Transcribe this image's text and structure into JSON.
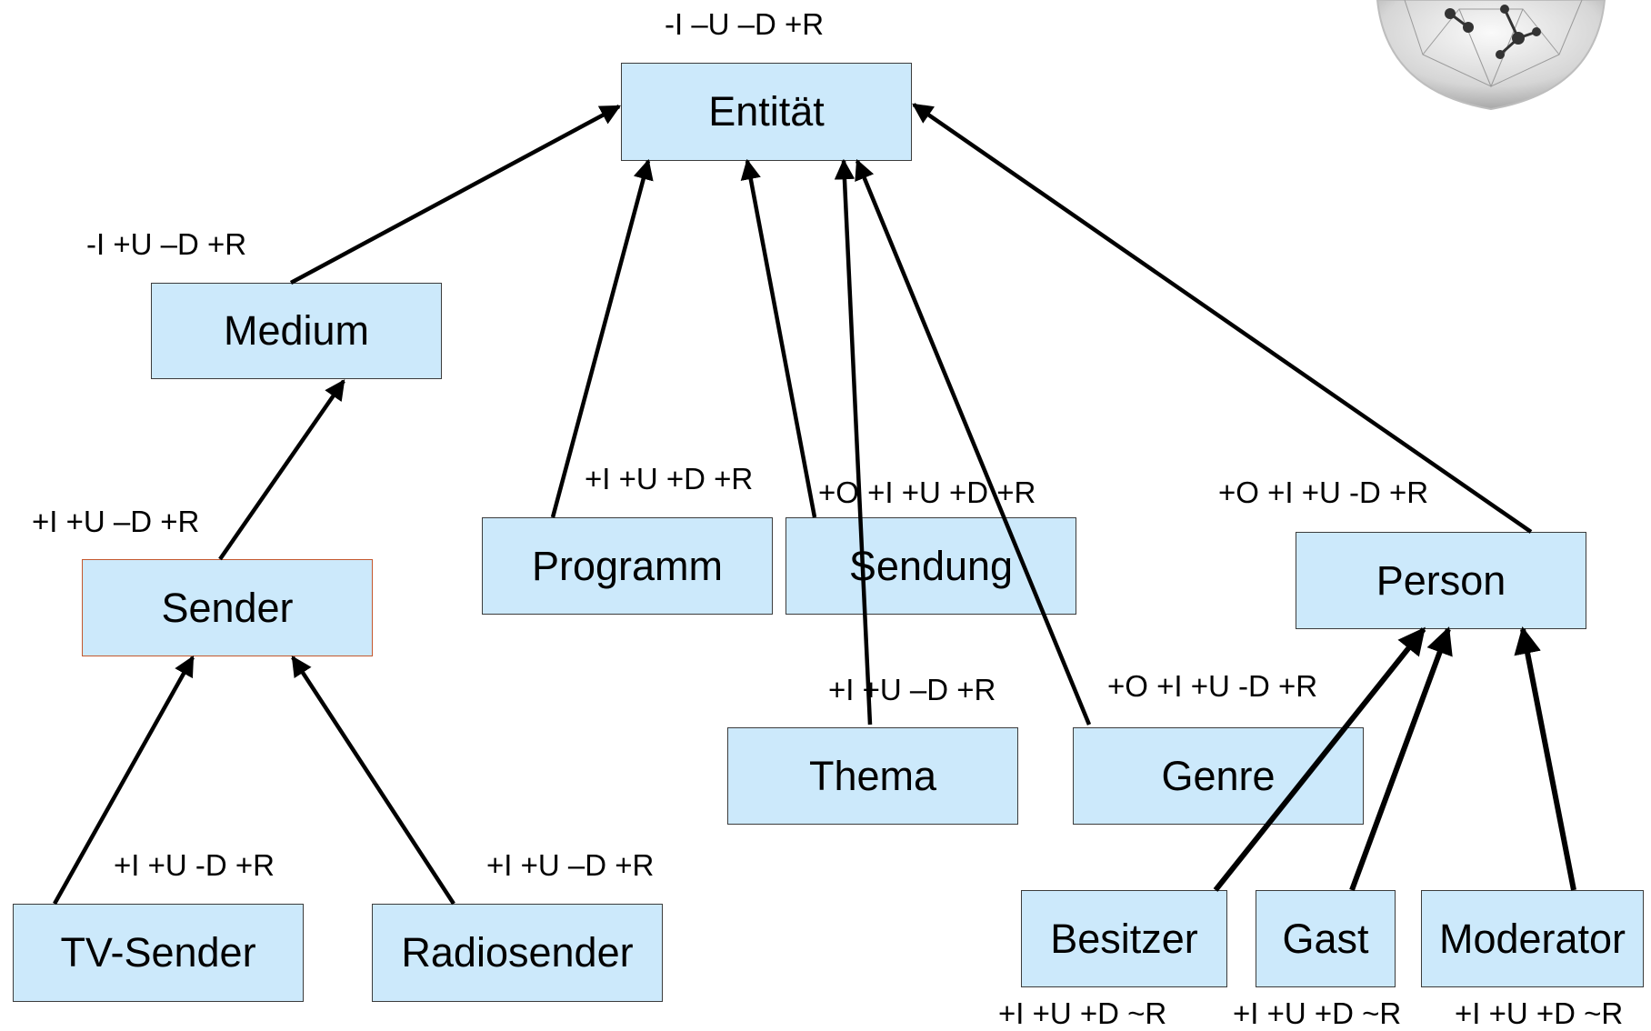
{
  "nodes": {
    "entitaet": "Entität",
    "medium": "Medium",
    "sender": "Sender",
    "tv_sender": "TV-Sender",
    "radiosender": "Radiosender",
    "programm": "Programm",
    "sendung": "Sendung",
    "thema": "Thema",
    "genre": "Genre",
    "person": "Person",
    "besitzer": "Besitzer",
    "gast": "Gast",
    "moderator": "Moderator"
  },
  "annotations": {
    "entitaet": "-I –U –D +R",
    "medium": "-I +U –D +R",
    "sender": "+I +U –D +R",
    "tv_sender": "+I +U -D +R",
    "radiosender": "+I +U –D +R",
    "programm": "+I +U +D +R",
    "sendung": "+O +I +U +D +R",
    "thema": "+I +U –D +R",
    "genre": "+O +I +U -D +R",
    "person": "+O +I +U -D +R",
    "besitzer": "+I +U +D ~R",
    "gast": "+I +U +D ~R",
    "moderator": "+I +U +D ~R"
  },
  "relations": [
    {
      "from": "Medium",
      "to": "Entität"
    },
    {
      "from": "Programm",
      "to": "Entität"
    },
    {
      "from": "Sendung",
      "to": "Entität"
    },
    {
      "from": "Thema",
      "to": "Entität"
    },
    {
      "from": "Genre",
      "to": "Entität"
    },
    {
      "from": "Person",
      "to": "Entität"
    },
    {
      "from": "Sender",
      "to": "Medium"
    },
    {
      "from": "TV-Sender",
      "to": "Sender"
    },
    {
      "from": "Radiosender",
      "to": "Sender"
    },
    {
      "from": "Besitzer",
      "to": "Person"
    },
    {
      "from": "Gast",
      "to": "Person"
    },
    {
      "from": "Moderator",
      "to": "Person"
    }
  ],
  "colors": {
    "node_fill": "#cce9fb",
    "node_border": "#3c3c3c",
    "selected_border": "#c4582e",
    "edge": "#000000"
  },
  "logo_icon": "molecule-sphere-icon"
}
